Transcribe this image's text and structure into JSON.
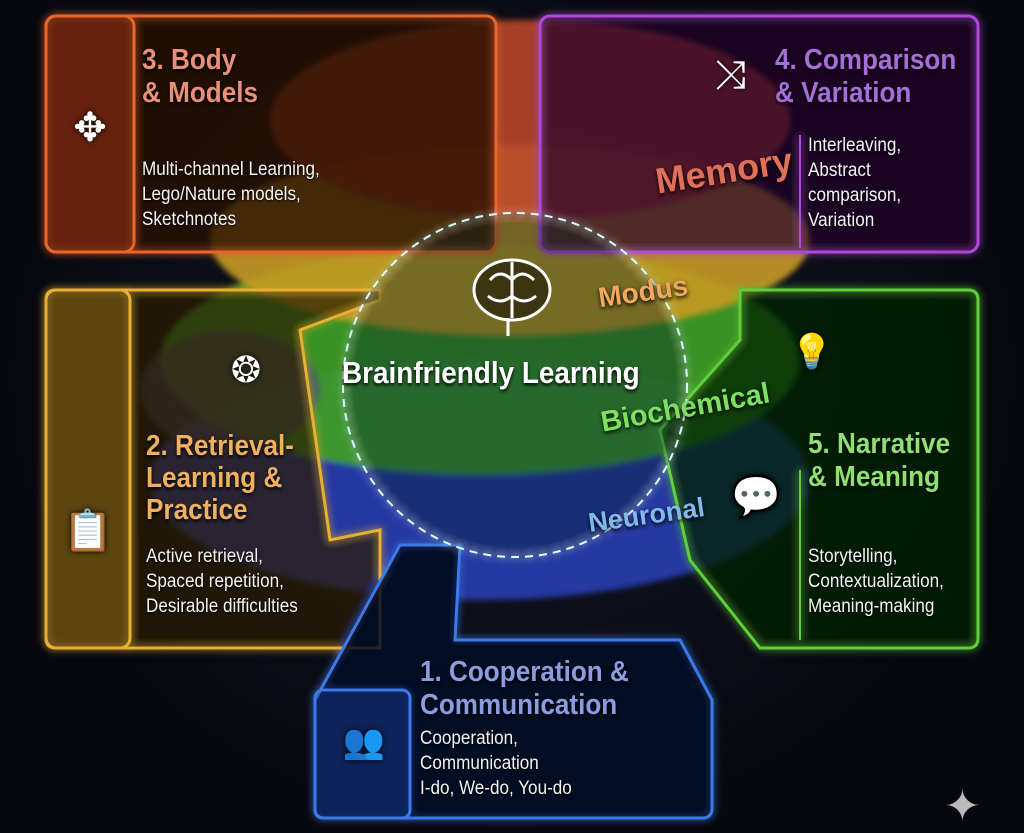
{
  "center": {
    "title": "Brainfriendly Learning"
  },
  "layers": {
    "memory": "Memory",
    "modus": "Modus",
    "biochemical": "Biochemical",
    "neuronal": "Neuronal"
  },
  "sections": {
    "body_models": {
      "title_line1": "3. Body",
      "title_line2": "& Models",
      "items": [
        "Multi-channel Learning,",
        "Lego/Nature models,",
        "Sketchnotes"
      ],
      "color": "#e8662a",
      "icon": "body-movement-icon"
    },
    "comparison": {
      "title_line1": "4. Comparison",
      "title_line2": "& Variation",
      "items": [
        "Interleaving,",
        "Abstract",
        "comparison,",
        "Variation"
      ],
      "color": "#b04ad8",
      "icon": "crossing-arrows-icon"
    },
    "retrieval": {
      "title_line1": "2. Retrieval-",
      "title_line2": "Learning &",
      "title_line3": "Practice",
      "items": [
        "Active retrieval,",
        "Spaced repetition,",
        "Desirable difficulties"
      ],
      "color": "#e8b030",
      "icon": "calendar-check-icon"
    },
    "narrative": {
      "title_line1": "5. Narrative",
      "title_line2": "& Meaning",
      "items": [
        "Storytelling,",
        "Contextualization,",
        "Meaning-making"
      ],
      "color": "#5ecf3a",
      "icon": "lightbulb-icon"
    },
    "cooperation": {
      "title_line1": "1. Cooperation &",
      "title_line2": "Communication",
      "items": [
        "Cooperation,",
        "Communication",
        "I-do, We-do, You-do"
      ],
      "color": "#3a7ae8",
      "icon": "group-people-icon"
    }
  }
}
